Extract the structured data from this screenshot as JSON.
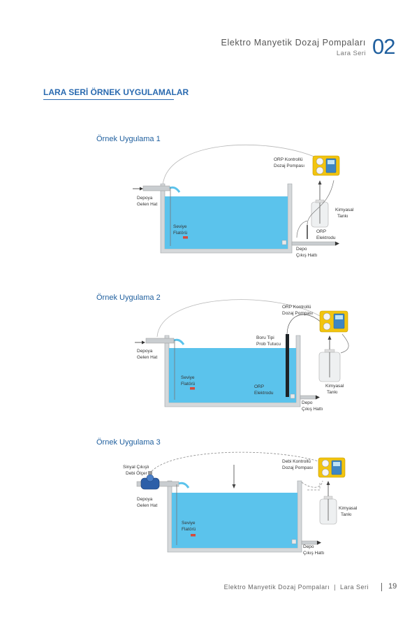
{
  "header": {
    "title": "Elektro Manyetik Dozaj Pompaları",
    "subtitle": "Lara Seri",
    "chapter": "02"
  },
  "section_title": "LARA SERİ ÖRNEK UYGULAMALAR",
  "examples": [
    {
      "title": "Örnek Uygulama 1",
      "labels": {
        "pump": [
          "ORP Kontrollü",
          "Dozaj Pompası"
        ],
        "inlet": [
          "Depoya",
          "Gelen Hat"
        ],
        "float": [
          "Seviye",
          "Flatörü"
        ],
        "tank": [
          "Kimyasal",
          "Tankı"
        ],
        "electrode": [
          "ORP",
          "Elektrodu"
        ],
        "outlet": [
          "Depo",
          "Çıkış Hattı"
        ]
      }
    },
    {
      "title": "Örnek Uygulama 2",
      "labels": {
        "pump": [
          "ORP Kontrollü",
          "Dozaj Pompası"
        ],
        "holder": [
          "Boru Tipi",
          "Prob Tutucu"
        ],
        "inlet": [
          "Depoya",
          "Gelen Hat"
        ],
        "float": [
          "Seviye",
          "Flatörü"
        ],
        "electrode": [
          "ORP",
          "Elektrodu"
        ],
        "tank": [
          "Kimyasal",
          "Tankı"
        ],
        "outlet": [
          "Depo",
          "Çıkış Hattı"
        ]
      }
    },
    {
      "title": "Örnek Uygulama 3",
      "labels": {
        "meter": [
          "Sinyal Çıkışlı",
          "Debi Ölçer"
        ],
        "pump": [
          "Debi Kontrollü",
          "Dozaj Pompası"
        ],
        "inlet": [
          "Depoya",
          "Gelen Hat"
        ],
        "tank": [
          "Kimyasal",
          "Tankı"
        ],
        "float": [
          "Seviye",
          "Flatörü"
        ],
        "outlet": [
          "Depo",
          "Çıkış Hattı"
        ]
      }
    }
  ],
  "footer": {
    "text": "Elektro Manyetik Dozaj Pompaları  |  Lara Seri",
    "page": "19"
  },
  "colors": {
    "brand_blue": "#1f5f9e",
    "water": "#5bc3ec",
    "pump_yellow": "#f2c40f",
    "tank_wall": "#d5d8da"
  }
}
